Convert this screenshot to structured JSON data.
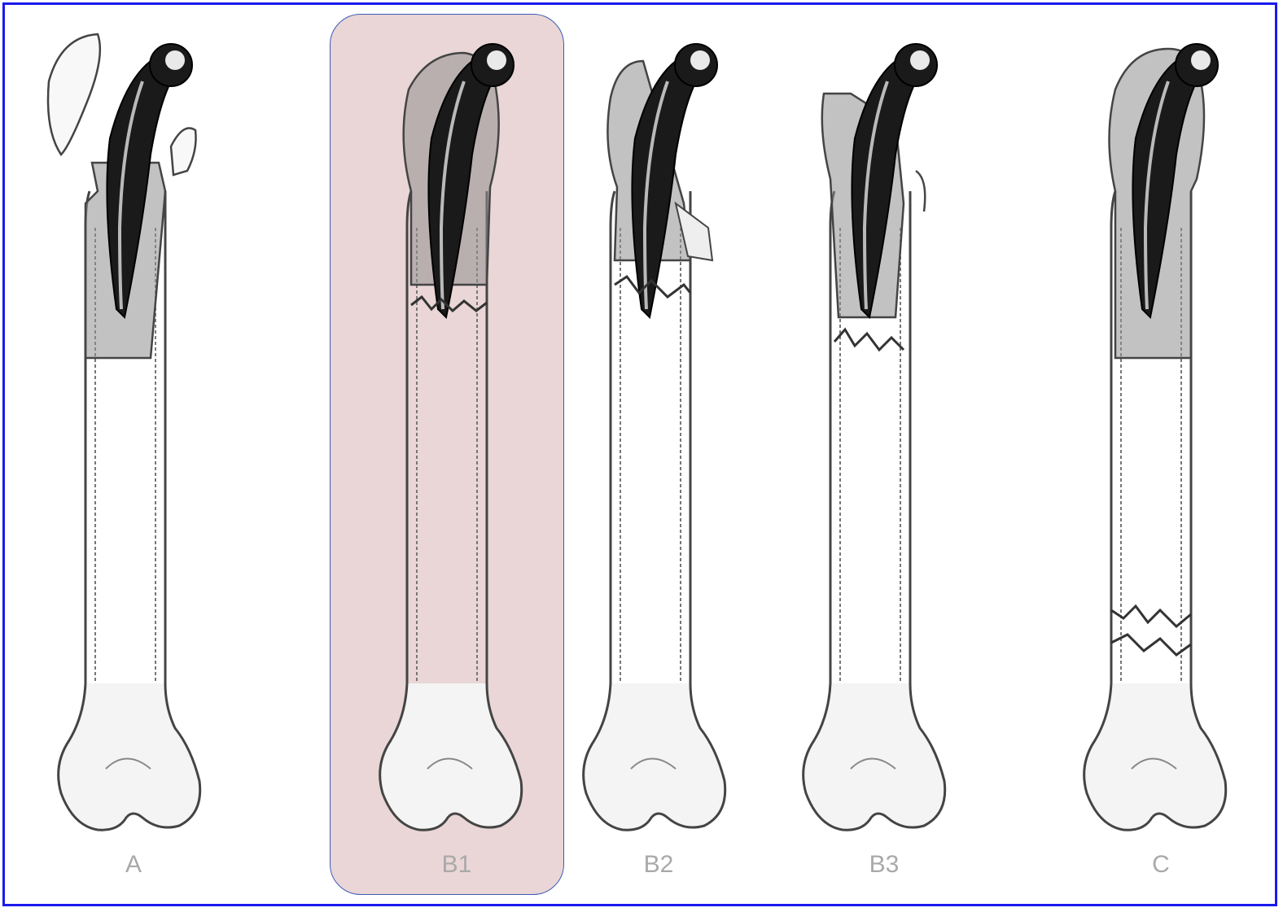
{
  "colors": {
    "frame_border": "#1a1aee",
    "highlight_fill": "#ead6d6",
    "highlight_border": "#3b5bb5",
    "label_color": "#a9a9a9",
    "bone_stroke": "#444444",
    "cement_fill": "#8f8f8f",
    "stem_fill": "#1a1a1a"
  },
  "panels": [
    {
      "id": "A",
      "label": "A",
      "highlighted": false,
      "fracture": "trochanteric"
    },
    {
      "id": "B1",
      "label": "B1",
      "highlighted": true,
      "fracture": "around-stem-stable"
    },
    {
      "id": "B2",
      "label": "B2",
      "highlighted": false,
      "fracture": "around-stem-loose"
    },
    {
      "id": "B3",
      "label": "B3",
      "highlighted": false,
      "fracture": "around-stem-bone-loss"
    },
    {
      "id": "C",
      "label": "C",
      "highlighted": false,
      "fracture": "below-stem"
    }
  ]
}
